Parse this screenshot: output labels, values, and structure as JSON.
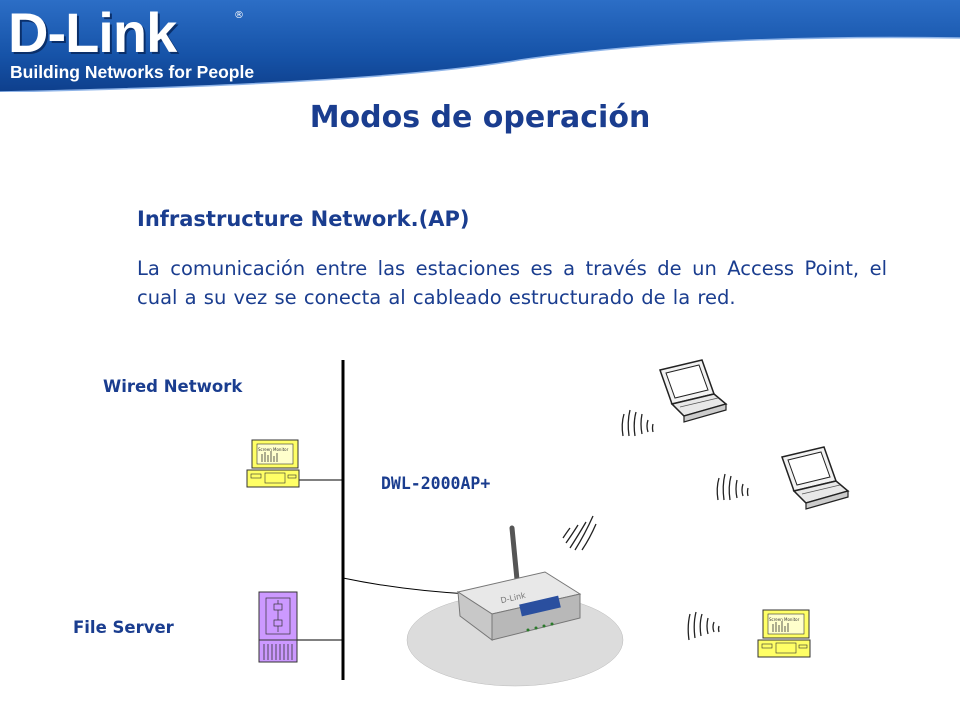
{
  "brand": {
    "logo_text": "D-Link",
    "tagline": "Building Networks for People",
    "colors": {
      "banner_top": "#1f5fb4",
      "banner_bottom": "#0e3f8c",
      "title_blue": "#1a3d8f"
    }
  },
  "slide": {
    "title": "Modos de operación",
    "subheading": "Infrastructure Network.(AP)",
    "paragraph": "La comunicación entre las estaciones es a través de un Access Point, el cual a su vez se conecta al cableado estructurado de la red."
  },
  "diagram": {
    "labels": {
      "wired_network": "Wired Network",
      "access_point": "DWL-2000AP+",
      "file_server": "File Server"
    },
    "device_text": {
      "monitor_screen": "Screen Monitor",
      "ap_brand": "D-Link"
    },
    "icons": [
      "desktop-computer-icon",
      "file-server-icon",
      "wireless-router-icon",
      "laptop-icon",
      "laptop-icon",
      "desktop-computer-icon",
      "wireless-signal-icon"
    ]
  }
}
